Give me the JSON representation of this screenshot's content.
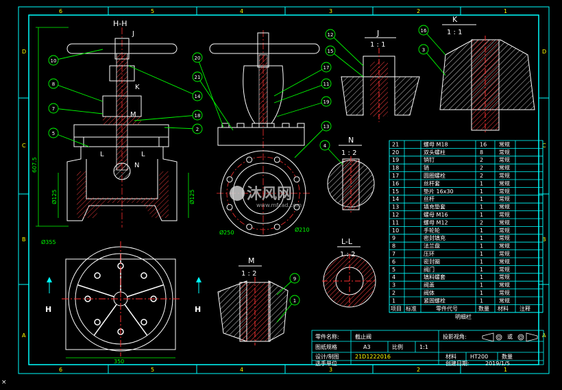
{
  "colors": {
    "background": "#000000",
    "frame": "#00ffff",
    "part_outline": "#ffffff",
    "hatch": "#ff4040",
    "centerline": "#ff3030",
    "dimension": "#00ff00",
    "balloon": "#00ff00",
    "text_white": "#ffffff",
    "text_yellow": "#ffff00",
    "watermark": "#b0b0b0"
  },
  "border": {
    "col_numbers": [
      "6",
      "5",
      "4",
      "3",
      "2",
      "1"
    ],
    "row_letters": [
      "D",
      "C",
      "B",
      "A"
    ],
    "corner_mark": "×"
  },
  "views": {
    "section_hh": {
      "title": "H-H",
      "marks": [
        "J",
        "K",
        "M",
        "N",
        "L",
        "L"
      ]
    },
    "detail_j": {
      "title": "J",
      "scale": "1 : 1"
    },
    "detail_k": {
      "title": "K",
      "scale": "1 : 1"
    },
    "detail_n": {
      "title": "N",
      "scale": "1 : 2"
    },
    "detail_m": {
      "title": "M",
      "scale": "1 : 2"
    },
    "detail_ll": {
      "title": "L-L",
      "scale": "1 : 2"
    },
    "top_view": {
      "section_mark": "H"
    }
  },
  "dimensions": {
    "height": "607.5",
    "flange_left": "Ø125",
    "flange_right": "Ø125",
    "handwheel": "Ø355",
    "width": "350",
    "flange_outer": "Ø250",
    "bolt_circle": "Ø210"
  },
  "balloons": {
    "section": [
      "10",
      "8",
      "7",
      "5",
      "14",
      "18",
      "2"
    ],
    "front": [
      "20",
      "21",
      "17",
      "11",
      "19",
      "13"
    ],
    "detail_j": [
      "12",
      "15"
    ],
    "detail_k": [
      "16",
      "3"
    ],
    "detail_n": [
      "4"
    ],
    "detail_m": [
      "9",
      "1"
    ]
  },
  "bom": {
    "rows": [
      [
        "21",
        "螺母 M18",
        "16",
        "常规"
      ],
      [
        "20",
        "双头螺柱",
        "8",
        "常规"
      ],
      [
        "19",
        "销钉",
        "2",
        "常规"
      ],
      [
        "18",
        "销",
        "2",
        "常规"
      ],
      [
        "17",
        "圆圈螺栓",
        "2",
        "常规"
      ],
      [
        "16",
        "丝杆套",
        "1",
        "常规"
      ],
      [
        "15",
        "垫片 16x30",
        "1",
        "常规"
      ],
      [
        "14",
        "丝杆",
        "1",
        "常规"
      ],
      [
        "13",
        "填充垫套",
        "1",
        "常规"
      ],
      [
        "12",
        "螺母 M16",
        "1",
        "常规"
      ],
      [
        "11",
        "螺母 M12",
        "2",
        "常规"
      ],
      [
        "10",
        "手轮轮",
        "1",
        "常规"
      ],
      [
        "9",
        "密封填充",
        "1",
        "常规"
      ],
      [
        "8",
        "法兰盘",
        "1",
        "常规"
      ],
      [
        "7",
        "压环",
        "1",
        "常规"
      ],
      [
        "6",
        "密封圈",
        "1",
        "常规"
      ],
      [
        "5",
        "阀门",
        "1",
        "常规"
      ],
      [
        "4",
        "填料螺套",
        "1",
        "常规"
      ],
      [
        "3",
        "阀盖",
        "1",
        "常规"
      ],
      [
        "2",
        "阀体",
        "1",
        "常规"
      ],
      [
        "1",
        "紧固螺栓",
        "1",
        "常规"
      ]
    ],
    "header": [
      "项目",
      "标准",
      "零件代号",
      "数量",
      "材料",
      "注释"
    ],
    "caption": "明细栏"
  },
  "title_block": {
    "part_name_label": "零件名称:",
    "part_name": "截止阀",
    "size_label": "图纸规格",
    "size": "A3",
    "scale_label": "比例",
    "scale": "1:1",
    "designer_label": "设计/制图",
    "designer": "21D1222016",
    "unit_label": "选手单位",
    "projection_label": "投影视角:",
    "projection_or": "或",
    "material_label": "材料",
    "material": "HT200",
    "quantity_label": "数量",
    "date_label": "创建日期:",
    "date": "2019/1/5"
  },
  "watermark": {
    "brand": "沐风网",
    "url": "www.mfcad.com"
  }
}
